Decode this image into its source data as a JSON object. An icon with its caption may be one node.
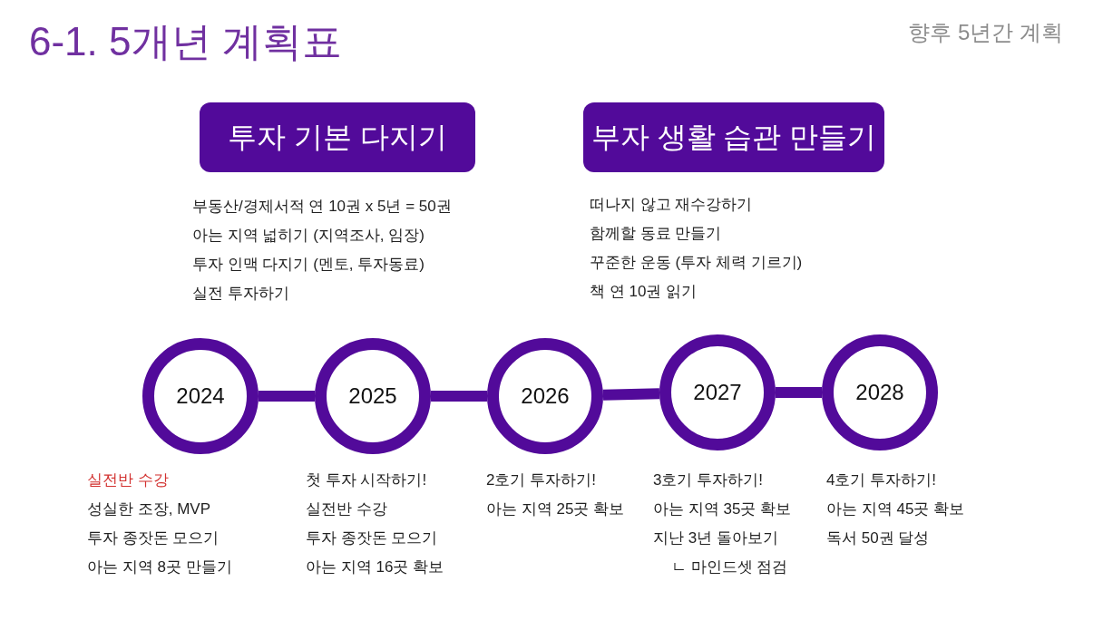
{
  "diagram": {
    "title": "6-1. 5개년 계획표",
    "nodes": [
      {
        "text": [
          "투자 기본 다지기"
        ],
        "beside": [
          "부동산/경제서적 연 10권 x 5년 = 50권",
          "아는 지역 넓히기 (지역조사, 임장)",
          "투자 인맥 다지기 (멘토, 투자동료)",
          "실전 투자하기"
        ]
      },
      {
        "text": [
          "부자 생활 습관 만들기"
        ],
        "beside": [
          "떠나지 않고 재수강하기",
          "함께할 동료 만들기",
          "꾸준한 운동 (투자 체력 기르기)",
          "책 연 10권 읽기"
        ]
      },
      {
        "text": [
          "2024"
        ],
        "beside": [
          "실전반 수강",
          "성실한 조장, MVP",
          "투자 종잣돈 모으기",
          "아는 지역 8곳 만들기"
        ]
      },
      {
        "text": [
          "2025"
        ],
        "beside": [
          "첫 투자 시작하기!",
          "실전반 수강",
          "투자 종잣돈 모으기",
          "아는 지역 16곳 확보"
        ]
      },
      {
        "text": [
          "2026"
        ],
        "beside": [
          "2호기 투자하기!",
          "아는 지역 25곳 확보"
        ]
      },
      {
        "text": [
          "2027"
        ],
        "beside": [
          "3호기 투자하기!",
          "아는 지역 35곳 확보",
          "지난 3년 돌아보기",
          "ㄴ 마인드셋 점검"
        ]
      },
      {
        "text": [
          "2028"
        ],
        "beside": [
          "4호기 투자하기!",
          "아는 지역 45곳 확보",
          "독서 50권 달성"
        ]
      }
    ],
    "edges": [
      {
        "from": 2,
        "to": 3,
        "arrow": "none"
      },
      {
        "from": 3,
        "to": 4,
        "arrow": "none"
      },
      {
        "from": 4,
        "to": 5,
        "arrow": "none"
      },
      {
        "from": 5,
        "to": 6,
        "arrow": "none"
      }
    ],
    "labels": [
      "향후 5년간 계획"
    ]
  }
}
